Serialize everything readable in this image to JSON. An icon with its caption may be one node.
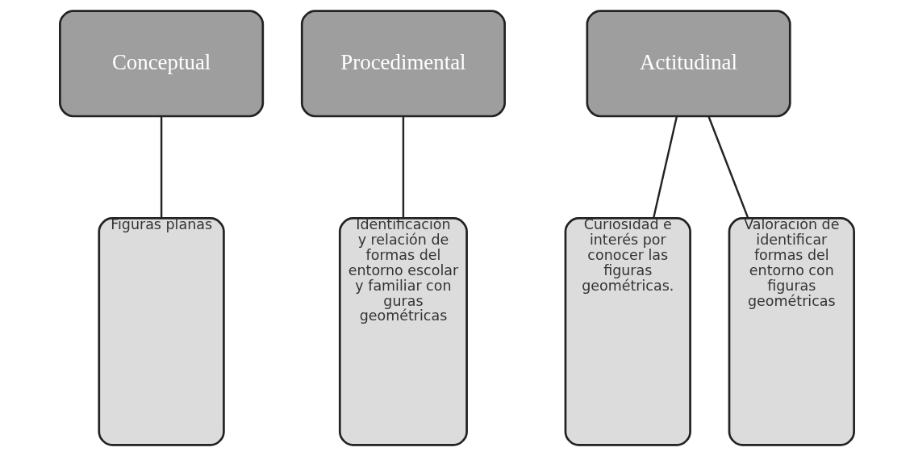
{
  "diagram": {
    "nodes": [
      {
        "text": [
          "Conceptual"
        ]
      },
      {
        "text": [
          "Procedimental"
        ]
      },
      {
        "text": [
          "Actitudinal"
        ]
      },
      {
        "text": [
          "Figuras planas"
        ]
      },
      {
        "text": [
          "Identificación y relación de formas del entorno escolar y familiar con guras geométricas"
        ]
      },
      {
        "text": [
          "Curiosidad e interés por conocer las figuras geométricas."
        ]
      },
      {
        "text": [
          "Valoración de identificar formas del entorno con figuras geométricas"
        ]
      }
    ],
    "edges": [
      {
        "from": 0,
        "to": 3,
        "arrow": "none"
      },
      {
        "from": 1,
        "to": 4,
        "arrow": "none"
      },
      {
        "from": 2,
        "to": 5,
        "arrow": "none"
      },
      {
        "from": 2,
        "to": 6,
        "arrow": "none"
      }
    ]
  }
}
